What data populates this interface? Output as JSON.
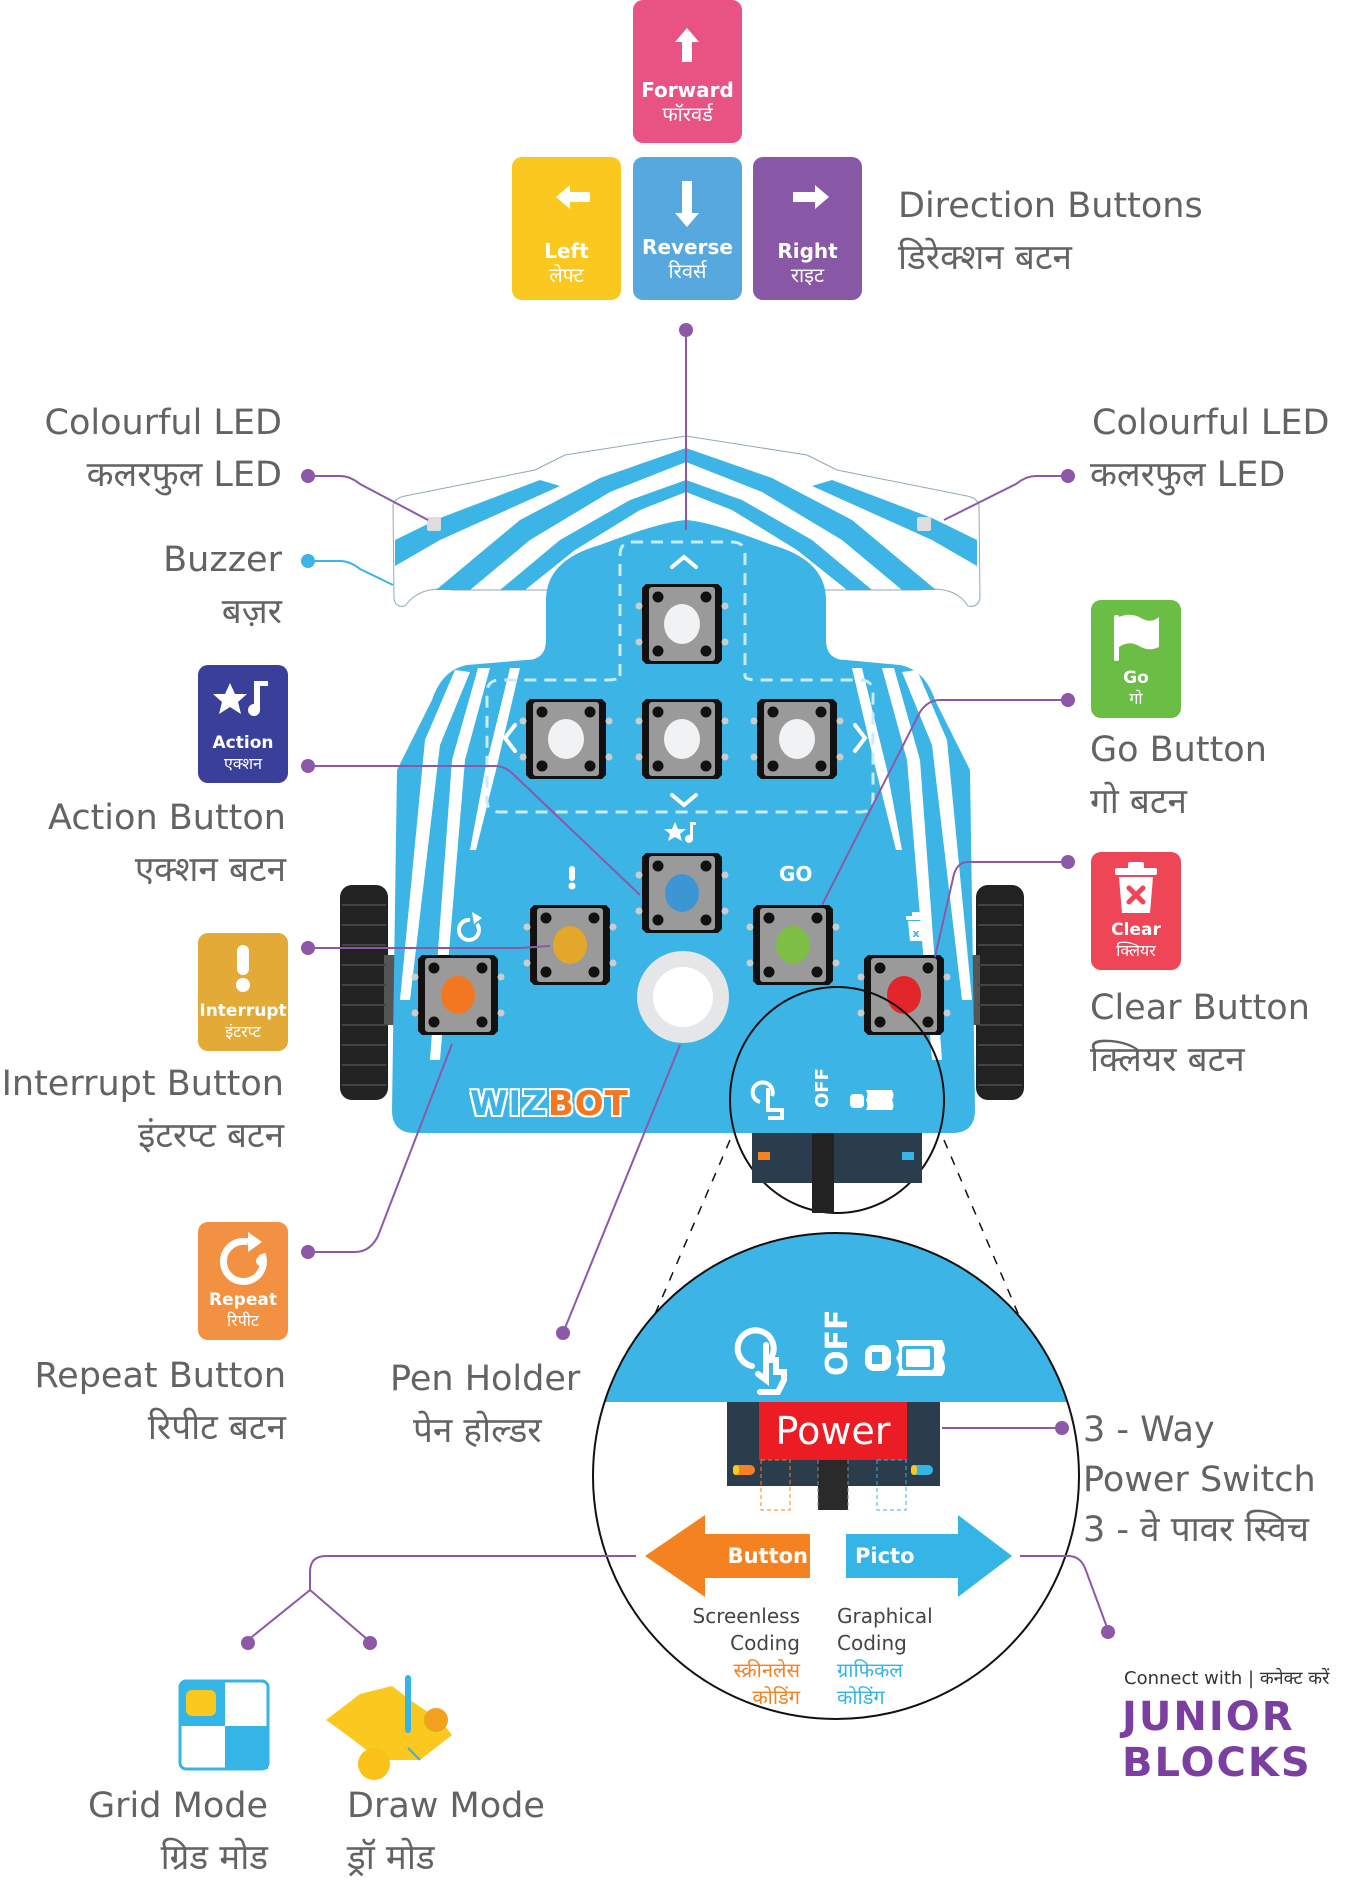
{
  "title": "WIZBOT",
  "direction_buttons": {
    "label_en": "Direction Buttons",
    "label_hi": "डिरेक्शन बटन",
    "tiles": [
      {
        "en": "Forward",
        "hi": "फॉरवर्ड",
        "icon": "arrow-up-icon",
        "color": "#E85383"
      },
      {
        "en": "Left",
        "hi": "लेफ्ट",
        "icon": "arrow-left-icon",
        "color": "#FAC81E"
      },
      {
        "en": "Reverse",
        "hi": "रिवर्स",
        "icon": "arrow-down-icon",
        "color": "#57A8DF"
      },
      {
        "en": "Right",
        "hi": "राइट",
        "icon": "arrow-right-icon",
        "color": "#8857A6"
      }
    ]
  },
  "callouts": {
    "led_left": {
      "en": "Colourful LED",
      "hi": "कलरफुल LED"
    },
    "led_right": {
      "en": "Colourful LED",
      "hi": "कलरफुल LED"
    },
    "buzzer": {
      "en": "Buzzer",
      "hi": "बज़र"
    },
    "action": {
      "en": "Action Button",
      "hi": "एक्शन बटन",
      "tile_en": "Action",
      "tile_hi": "एक्शन",
      "icon": "star-music-icon",
      "color": "#3A3F99"
    },
    "interrupt": {
      "en": "Interrupt Button",
      "hi": "इंटरप्ट बटन",
      "tile_en": "Interrupt",
      "tile_hi": "इंटरप्ट",
      "icon": "exclamation-icon",
      "color": "#E3AA37"
    },
    "repeat": {
      "en": "Repeat Button",
      "hi": "रिपीट बटन",
      "tile_en": "Repeat",
      "tile_hi": "रिपीट",
      "icon": "repeat-icon",
      "color": "#F39143"
    },
    "pen_holder": {
      "en": "Pen Holder",
      "hi": "पेन होल्डर"
    },
    "go": {
      "en": "Go Button",
      "hi": "गो बटन",
      "tile_en": "Go",
      "tile_hi": "गो",
      "icon": "flag-icon",
      "color": "#6BBE45"
    },
    "clear": {
      "en": "Clear Button",
      "hi": "क्लियर बटन",
      "tile_en": "Clear",
      "tile_hi": "क्लियर",
      "icon": "trash-icon",
      "color": "#EE4557"
    },
    "power_switch": {
      "en_line1": "3 - Way",
      "en_line2": "Power Switch",
      "hi": "3 - वे पावर स्विच"
    }
  },
  "board": {
    "go_text": "GO",
    "brand_wiz": "WIZ",
    "brand_bot": "BOT",
    "off_text": "OFF",
    "buttons": [
      {
        "name": "repeat",
        "color": "#F37721"
      },
      {
        "name": "interrupt",
        "color": "#E3A82B"
      },
      {
        "name": "action",
        "color": "#3C96D4"
      },
      {
        "name": "go",
        "color": "#7DBE44"
      },
      {
        "name": "clear",
        "color": "#E2262A"
      }
    ],
    "board_color": "#3CB4E5"
  },
  "zoom": {
    "off_text": "OFF",
    "power_label": "Power",
    "left_arrow": "Button",
    "right_arrow": "Picto",
    "left_desc_en_1": "Screenless",
    "left_desc_en_2": "Coding",
    "left_desc_hi_1": "स्क्रीनलेस",
    "left_desc_hi_2": "कोडिंग",
    "right_desc_en_1": "Graphical",
    "right_desc_en_2": "Coding",
    "right_desc_hi_1": "ग्राफिकल",
    "right_desc_hi_2": "कोडिंग",
    "orange": "#F58220",
    "blue": "#35B4E6",
    "red": "#EC1C24"
  },
  "modes": {
    "grid": {
      "en": "Grid Mode",
      "hi": "ग्रिड मोड"
    },
    "draw": {
      "en": "Draw Mode",
      "hi": "ड्रॉ मोड"
    }
  },
  "footer": {
    "connect": "Connect with | कनेक्ट करें",
    "brand_line1": "JUNIOR",
    "brand_line2": "BLOCKS",
    "brand_color": "#7B3FA0"
  },
  "colors": {
    "leader": "#8E58A8",
    "leader_buzzer": "#3CB4E5",
    "text": "#636363"
  }
}
